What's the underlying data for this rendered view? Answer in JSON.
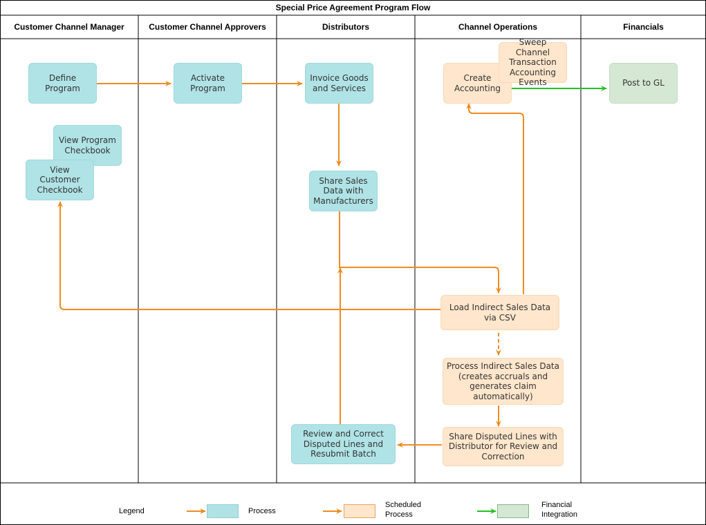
{
  "title": "Special Price Agreement Program Flow",
  "lanes": [
    "Customer Channel Manager",
    "Customer Channel Approvers",
    "Distributors",
    "Channel Operations",
    "Financials"
  ],
  "nodes": {
    "define_program": "Define Program",
    "view_program_checkbook": "View Program\nCheckbook",
    "view_customer_checkbook": "View Customer\nCheckbook",
    "activate_program": "Activate\nProgram",
    "invoice_goods": "Invoice Goods\nand Services",
    "share_sales_data": "Share Sales\nData with\nManufacturers",
    "review_correct": "Review and Correct\nDisputed Lines and\nResubmit Batch",
    "sweep_channel": "Sweep Channel\nTransaction\nAccounting\nEvents",
    "create_accounting": "Create\nAccounting",
    "load_indirect": "Load Indirect Sales Data\nvia CSV",
    "process_indirect": "Process Indirect Sales Data\n(creates accruals and\ngenerates claim\nautomatically)",
    "share_disputed": "Share Disputed Lines with\nDistributor for Review and\nCorrection",
    "post_to_gl": "Post to GL"
  },
  "legend": {
    "title": "Legend",
    "process": "Process",
    "scheduled": "Scheduled\nProcess",
    "financial": "Financial\nIntegration"
  },
  "colors": {
    "process_fill": "#b0e3e6",
    "scheduled_fill": "#ffe6cc",
    "financial_fill": "#d5e8d4",
    "flow_arrow": "#f08c1e",
    "financial_arrow": "#22c322"
  }
}
